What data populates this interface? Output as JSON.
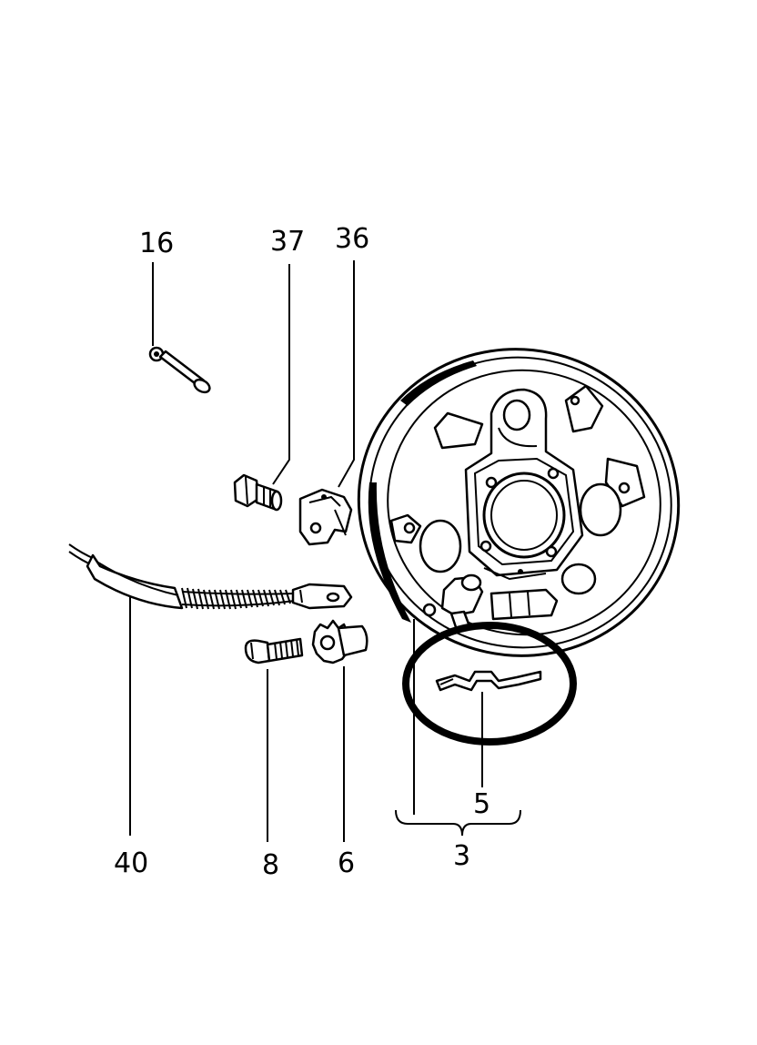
{
  "colors": {
    "ink": "#000000",
    "background": "#ffffff"
  },
  "callouts": [
    {
      "id": "16",
      "text": "16"
    },
    {
      "id": "37",
      "text": "37"
    },
    {
      "id": "36",
      "text": "36"
    },
    {
      "id": "40",
      "text": "40"
    },
    {
      "id": "8",
      "text": "8"
    },
    {
      "id": "6",
      "text": "6"
    },
    {
      "id": "5",
      "text": "5"
    },
    {
      "id": "3",
      "text": "3"
    }
  ]
}
